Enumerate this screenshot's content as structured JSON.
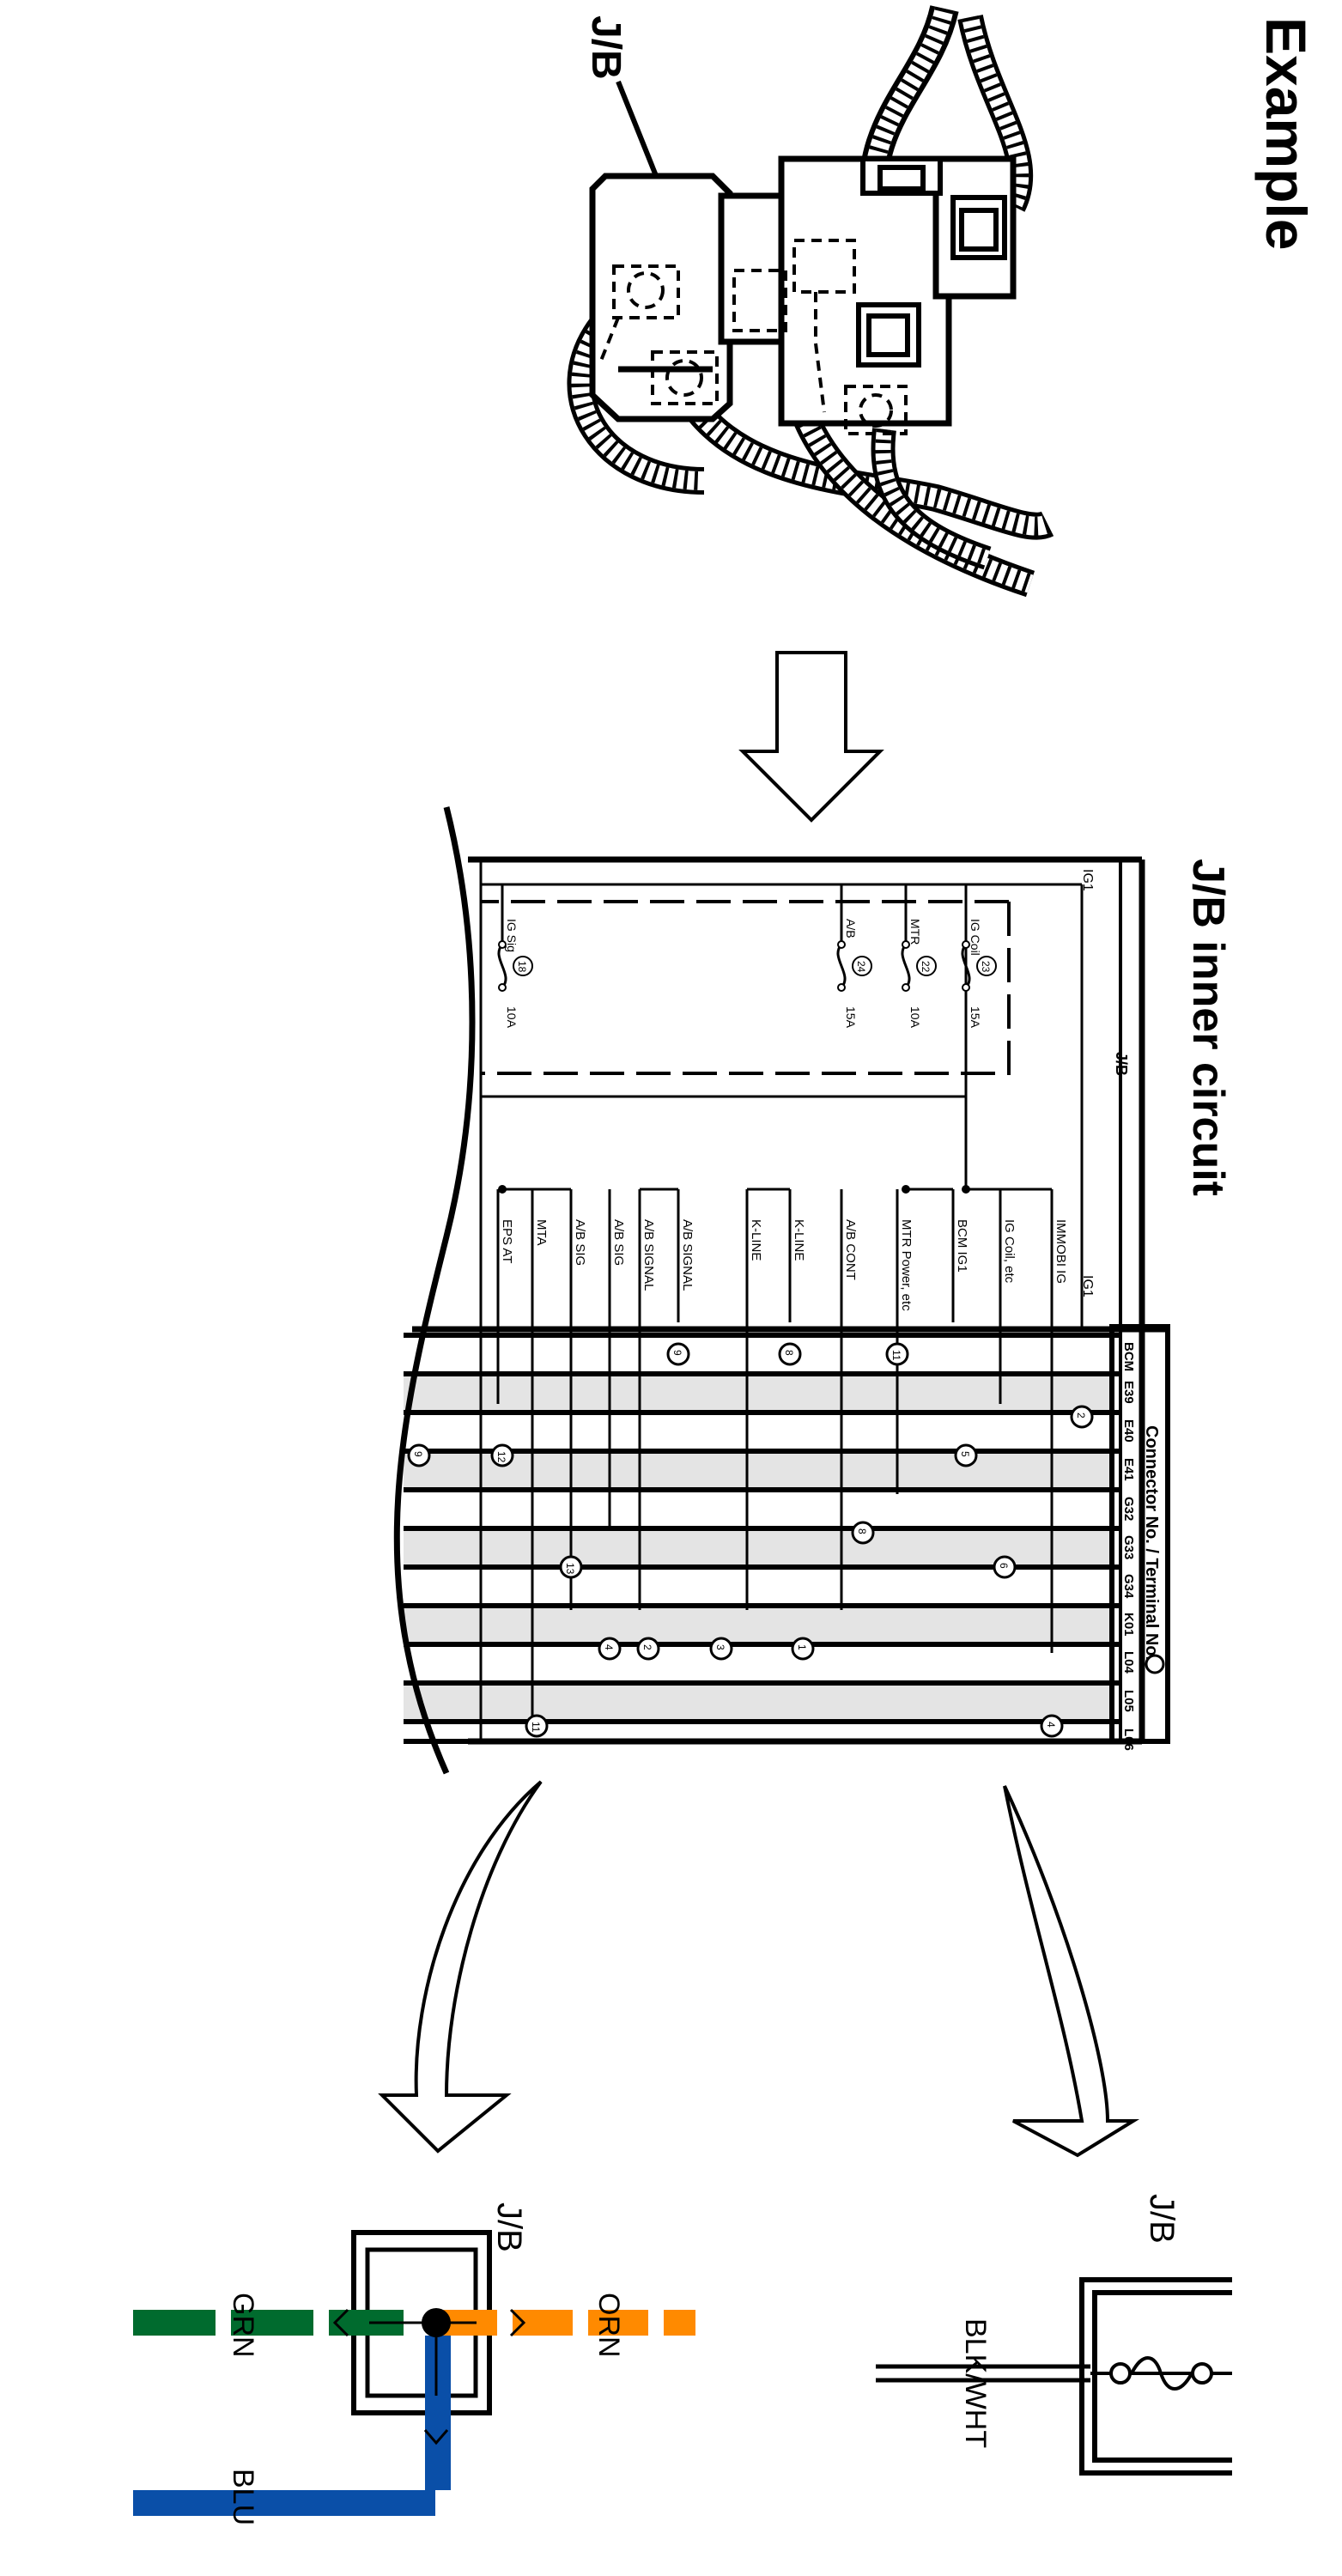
{
  "header": {
    "example_label": "Example",
    "jb_label": "J/B"
  },
  "inner_circuit": {
    "title": "J/B inner circuit",
    "box_label": "J/B",
    "connector_header": "Connector No. / Terminal No.",
    "ig1_left": "IG1",
    "ig1_right": "IG1",
    "fuses": [
      {
        "name": "IG Coil",
        "number": "23",
        "rating": "15A"
      },
      {
        "name": "MTR",
        "number": "22",
        "rating": "10A"
      },
      {
        "name": "A/B",
        "number": "24",
        "rating": "15A"
      },
      {
        "name": "IG Sig",
        "number": "18",
        "rating": "10A"
      }
    ],
    "circuits": [
      "IMMOBI IG",
      "IG Coil, etc",
      "BCM IG1",
      "MTR Power, etc",
      "A/B CONT",
      "K-LINE",
      "K-LINE",
      "A/B SIGNAL",
      "A/B SIGNAL",
      "A/B SIG",
      "A/B SIG",
      "MTA",
      "EPS AT"
    ],
    "connectors": [
      "BCM",
      "E39",
      "E40",
      "E41",
      "G32",
      "G33",
      "G34",
      "K01",
      "L04",
      "L05",
      "L06"
    ],
    "terminals": [
      {
        "conn": "BCM",
        "num": "11"
      },
      {
        "conn": "BCM",
        "num": "8"
      },
      {
        "conn": "BCM",
        "num": "9"
      },
      {
        "conn": "E40",
        "num": "2"
      },
      {
        "conn": "E41",
        "num": "5"
      },
      {
        "conn": "E41",
        "num": "12"
      },
      {
        "conn": "E41",
        "num": "9"
      },
      {
        "conn": "G32",
        "num": "8"
      },
      {
        "conn": "G33",
        "num": "6"
      },
      {
        "conn": "G33",
        "num": "13"
      },
      {
        "conn": "L04",
        "num": "1"
      },
      {
        "conn": "L04",
        "num": "3"
      },
      {
        "conn": "L04",
        "num": "2"
      },
      {
        "conn": "L04",
        "num": "4"
      },
      {
        "conn": "L06",
        "num": "4"
      },
      {
        "conn": "L06",
        "num": "11"
      }
    ]
  },
  "bottom_left": {
    "jb_label": "J/B",
    "wire_label": "BLK/WHT"
  },
  "bottom_right": {
    "jb_label": "J/B",
    "orn_label": "ORN",
    "grn_label": "GRN",
    "blu_label": "BLU",
    "colors": {
      "orn": "#ff8a00",
      "grn": "#006b2e",
      "blu": "#0a4fa8"
    }
  }
}
